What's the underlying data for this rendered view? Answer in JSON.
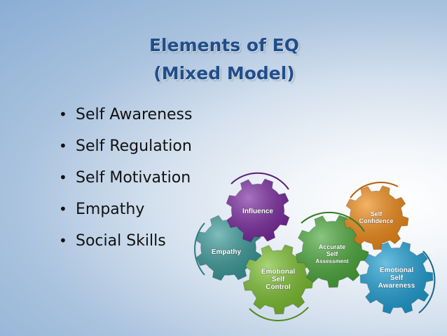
{
  "slide": {
    "title_line1": "Elements of EQ",
    "title_line2": "(Mixed Model)",
    "bullets": [
      "Self Awareness",
      "Self Regulation",
      "Self Motivation",
      "Empathy",
      "Social Skills"
    ]
  },
  "diagram": {
    "gears": [
      {
        "label": "Influence",
        "color": "#7b2aa0"
      },
      {
        "label": "Empathy",
        "color": "#3a9a9a"
      },
      {
        "label_lines": [
          "Emotional",
          "Self",
          "Control"
        ],
        "color": "#7bbf2e"
      },
      {
        "label_lines": [
          "Accurate",
          "Self",
          "Assessment"
        ],
        "color": "#4aa83a"
      },
      {
        "label_lines": [
          "Self",
          "Confidence"
        ],
        "color": "#f08a16"
      },
      {
        "label_lines": [
          "Emotional",
          "Self",
          "Awareness"
        ],
        "color": "#1e9fd4"
      }
    ]
  }
}
